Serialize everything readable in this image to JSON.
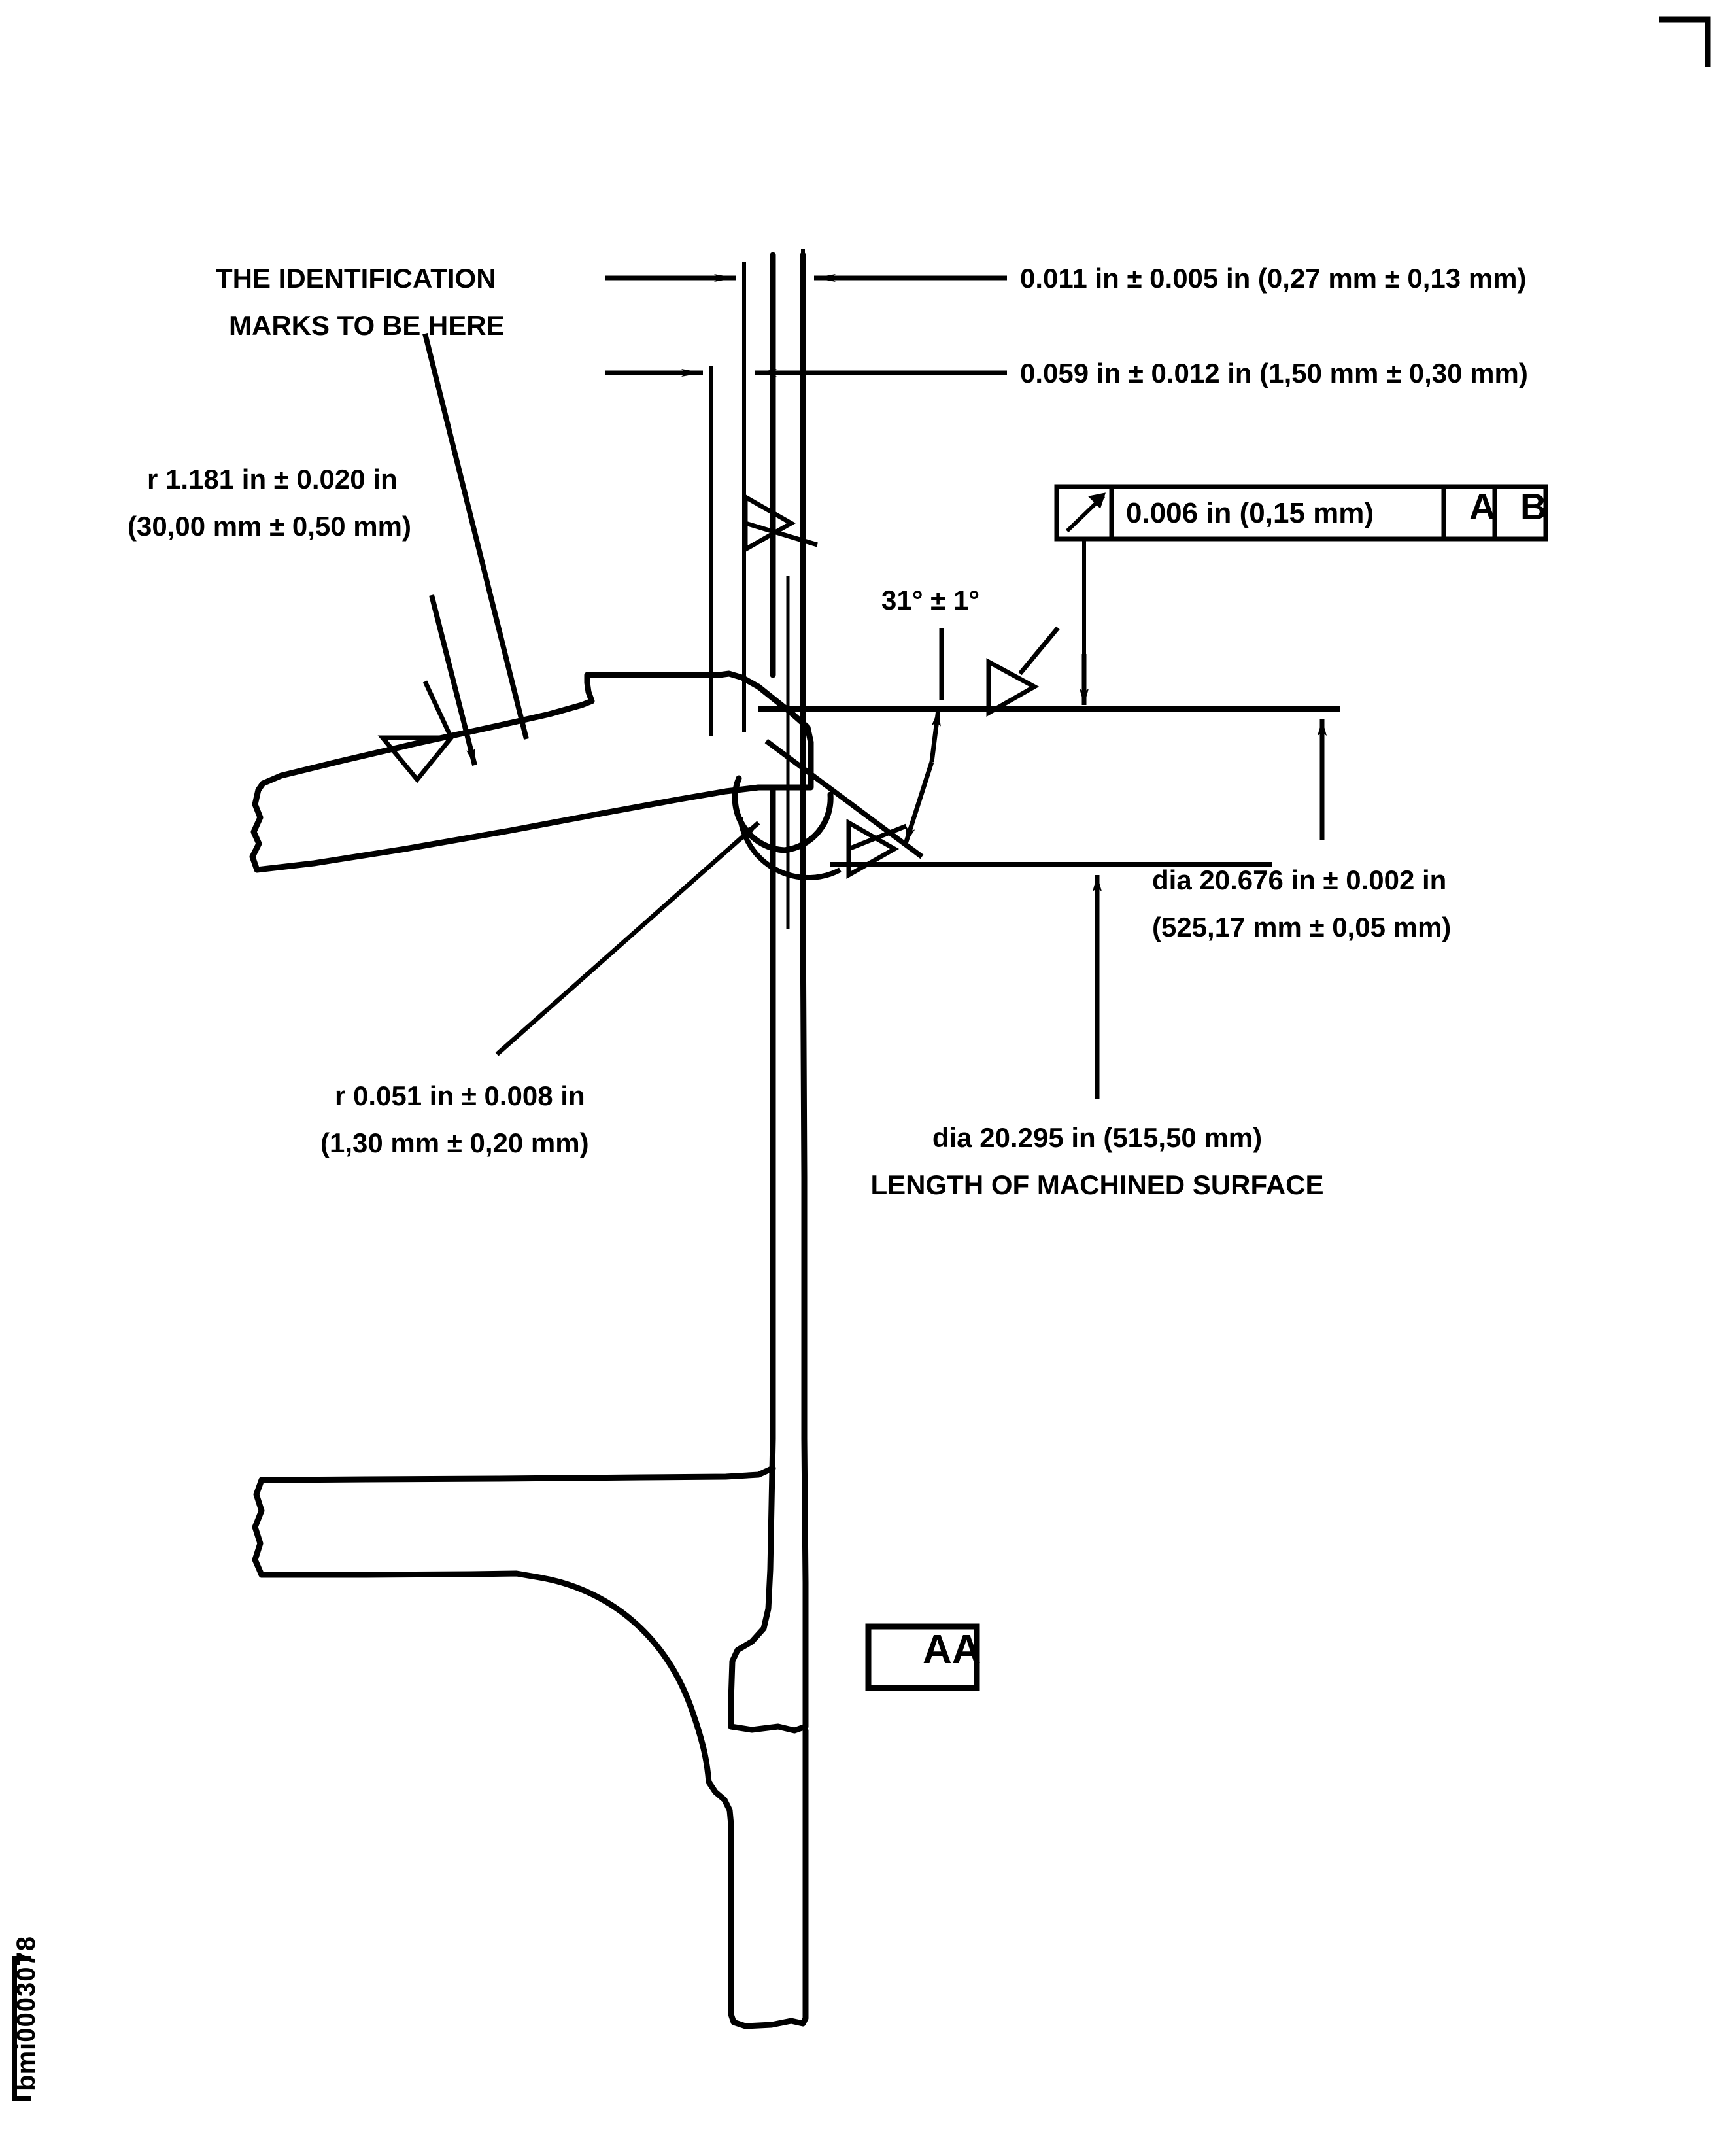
{
  "figure": {
    "id_label": "bmi0003078",
    "view_label": "AA",
    "corner_mark": "crop-mark-top-right"
  },
  "notes": {
    "identification_line1": "THE IDENTIFICATION",
    "identification_line2": "MARKS TO BE HERE"
  },
  "dimensions": {
    "top1": "0.011 in ± 0.005 in (0,27 mm ± 0,13 mm)",
    "top2": "0.059 in ± 0.012 in (1,50 mm ± 0,30 mm)",
    "radius_outer_line1": "r 1.181 in ± 0.020 in",
    "radius_outer_line2": "(30,00 mm ± 0,50 mm)",
    "angle": "31° ± 1°",
    "dia_large_line1": "dia 20.676 in ± 0.002 in",
    "dia_large_line2": "(525,17 mm ± 0,05 mm)",
    "radius_inner_line1": "r 0.051 in ± 0.008 in",
    "radius_inner_line2": "(1,30 mm ± 0,20 mm)",
    "dia_machined_line1": "dia 20.295 in (515,50 mm)",
    "dia_machined_line2": "LENGTH OF MACHINED SURFACE"
  },
  "feature_control_frame": {
    "symbol": "runout-arrow-icon",
    "tolerance": "0.006 in (0,15 mm)",
    "datum_a": "A",
    "datum_b": "B"
  },
  "surface_finish_symbols": [
    {
      "name": "surface-finish-symbol-upper-left"
    },
    {
      "name": "surface-finish-symbol-bore"
    },
    {
      "name": "surface-finish-symbol-flange"
    },
    {
      "name": "surface-finish-symbol-face"
    }
  ],
  "colors": {
    "ink": "#000000",
    "paper": "#ffffff"
  }
}
